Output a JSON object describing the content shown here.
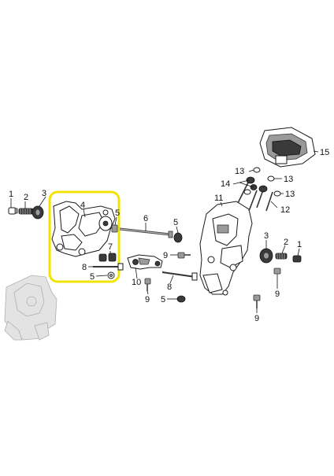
{
  "diagram": {
    "highlight_color": "#f2e400",
    "callouts": [
      {
        "id": "c1-left",
        "label": "1"
      },
      {
        "id": "c2-left",
        "label": "2"
      },
      {
        "id": "c3-left",
        "label": "3"
      },
      {
        "id": "c4",
        "label": "4"
      },
      {
        "id": "c5-top",
        "label": "5"
      },
      {
        "id": "c6",
        "label": "6"
      },
      {
        "id": "c7",
        "label": "7"
      },
      {
        "id": "c8-left",
        "label": "8"
      },
      {
        "id": "c5-left",
        "label": "5"
      },
      {
        "id": "c10",
        "label": "10"
      },
      {
        "id": "c9-a",
        "label": "9"
      },
      {
        "id": "c5-mid",
        "label": "5"
      },
      {
        "id": "c8-mid",
        "label": "8"
      },
      {
        "id": "c9-b",
        "label": "9"
      },
      {
        "id": "c5-right",
        "label": "5"
      },
      {
        "id": "c11",
        "label": "11"
      },
      {
        "id": "c3-right",
        "label": "3"
      },
      {
        "id": "c2-right",
        "label": "2"
      },
      {
        "id": "c1-right",
        "label": "1"
      },
      {
        "id": "c9-c",
        "label": "9"
      },
      {
        "id": "c9-d",
        "label": "9"
      },
      {
        "id": "c13-a",
        "label": "13"
      },
      {
        "id": "c14",
        "label": "14"
      },
      {
        "id": "c13-b",
        "label": "13"
      },
      {
        "id": "c13-c",
        "label": "13"
      },
      {
        "id": "c12",
        "label": "12"
      },
      {
        "id": "c15",
        "label": "15"
      }
    ]
  }
}
